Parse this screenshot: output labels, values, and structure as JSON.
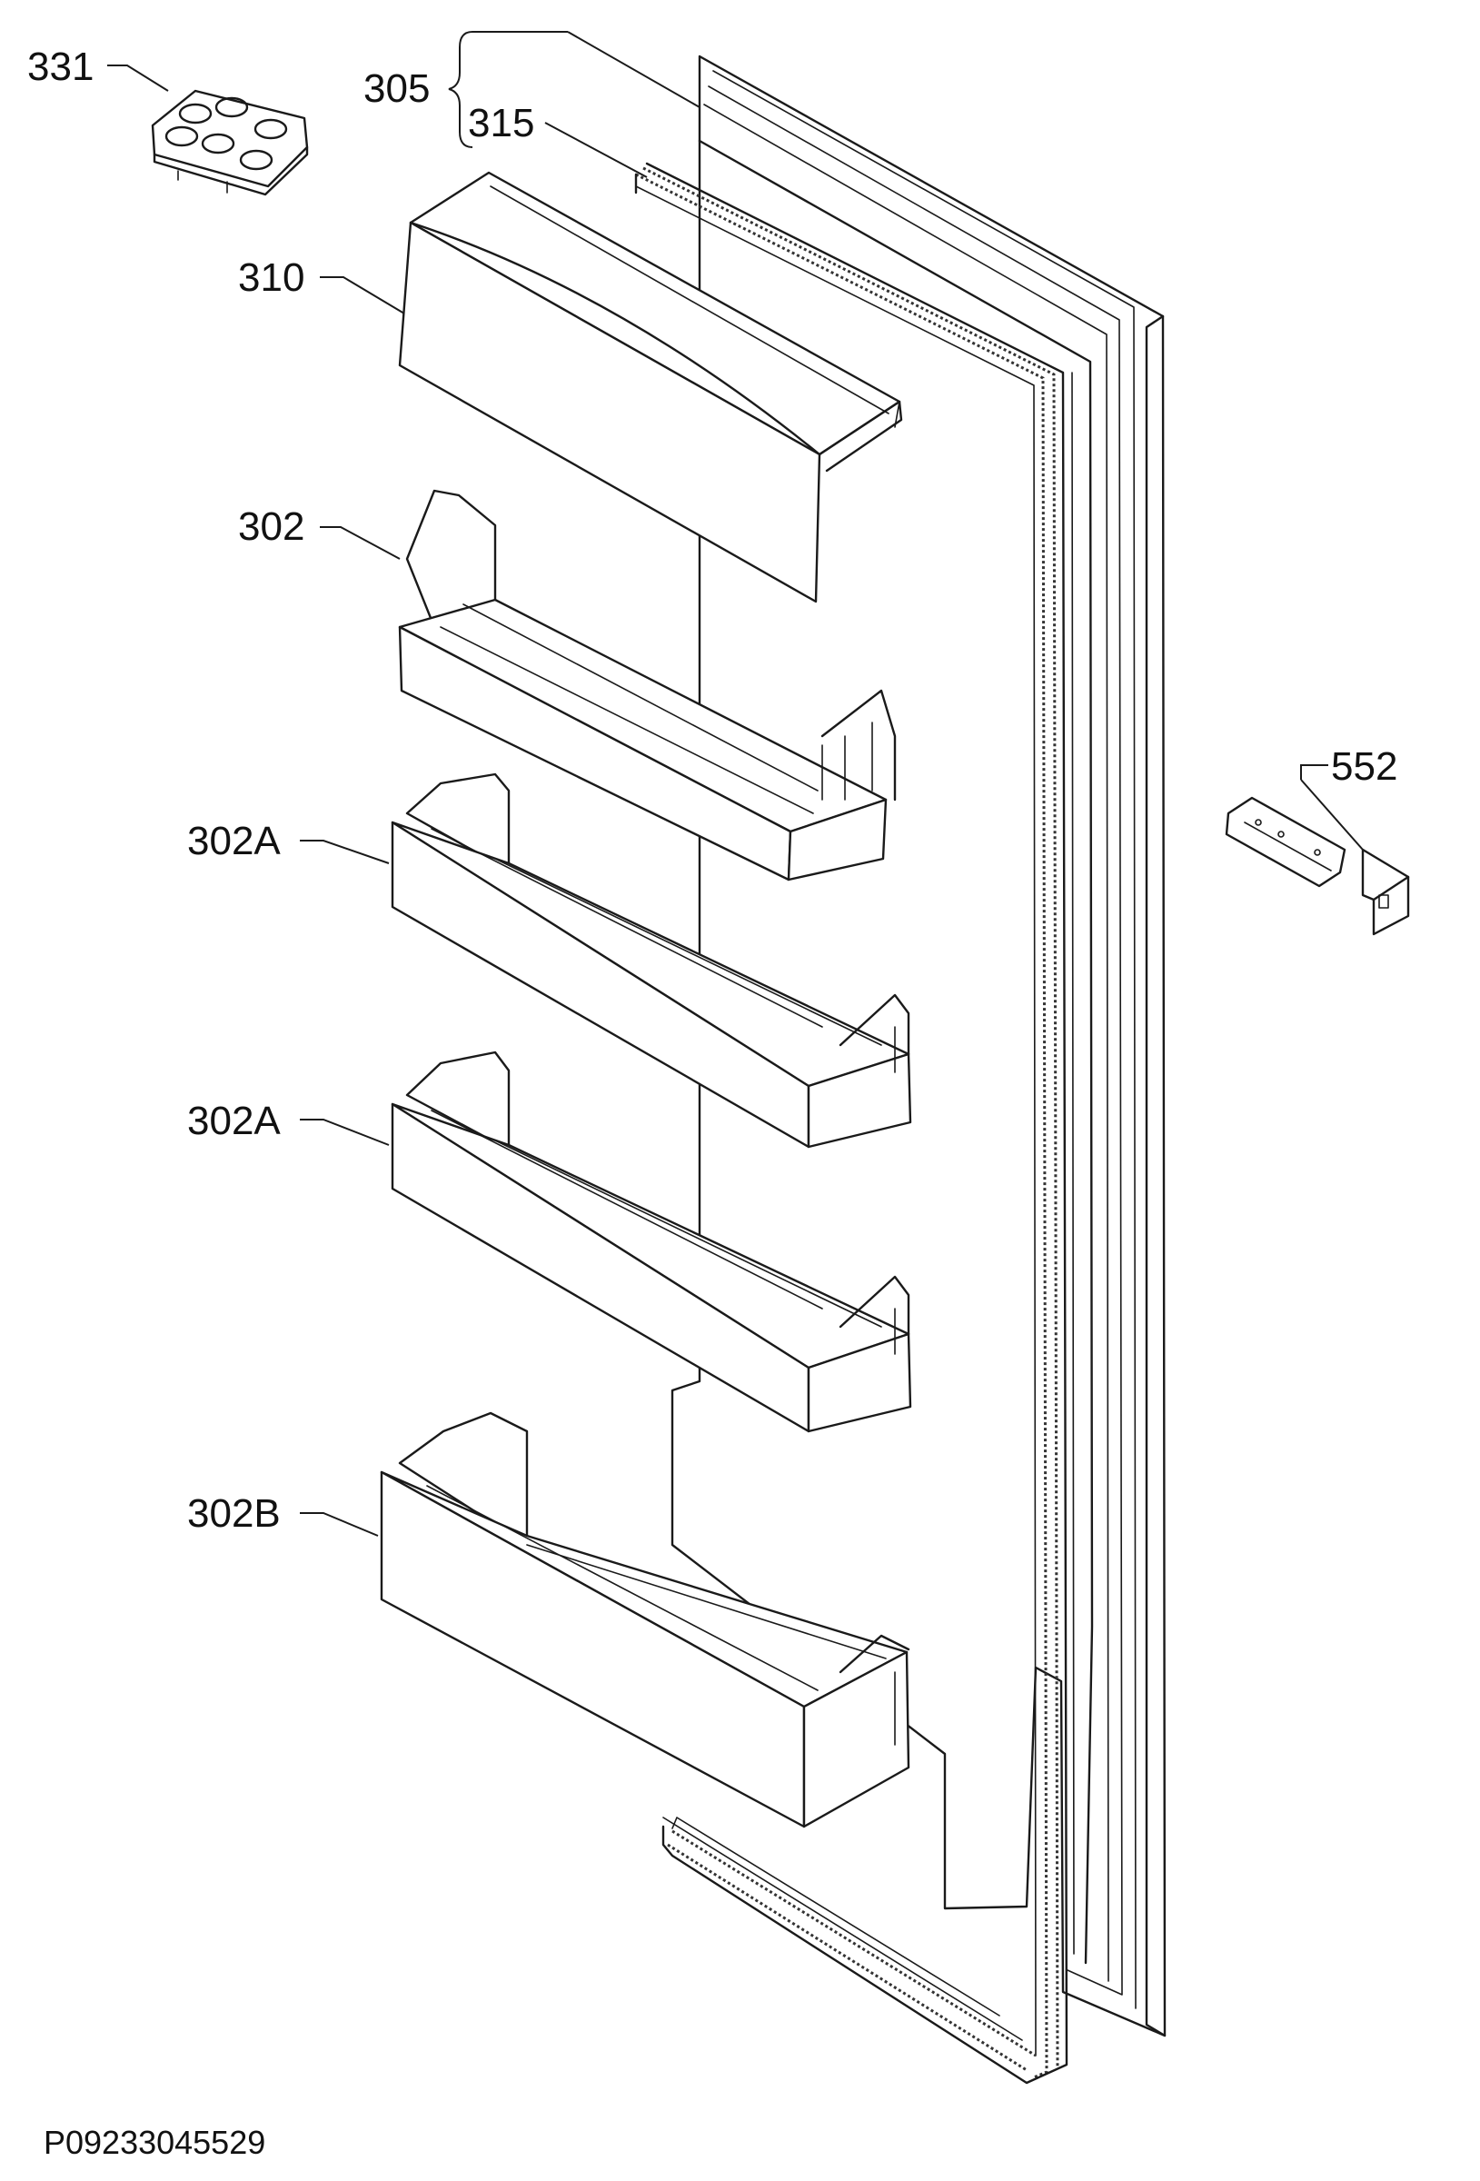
{
  "parts": {
    "egg_tray": "331",
    "door_assembly": "305",
    "gasket": "315",
    "dairy_cover": "310",
    "upper_shelf": "302",
    "middle_shelf_a": "302A",
    "middle_shelf_b": "302A",
    "bottle_shelf": "302B",
    "hinge": "552"
  },
  "document_id": "P09233045529"
}
